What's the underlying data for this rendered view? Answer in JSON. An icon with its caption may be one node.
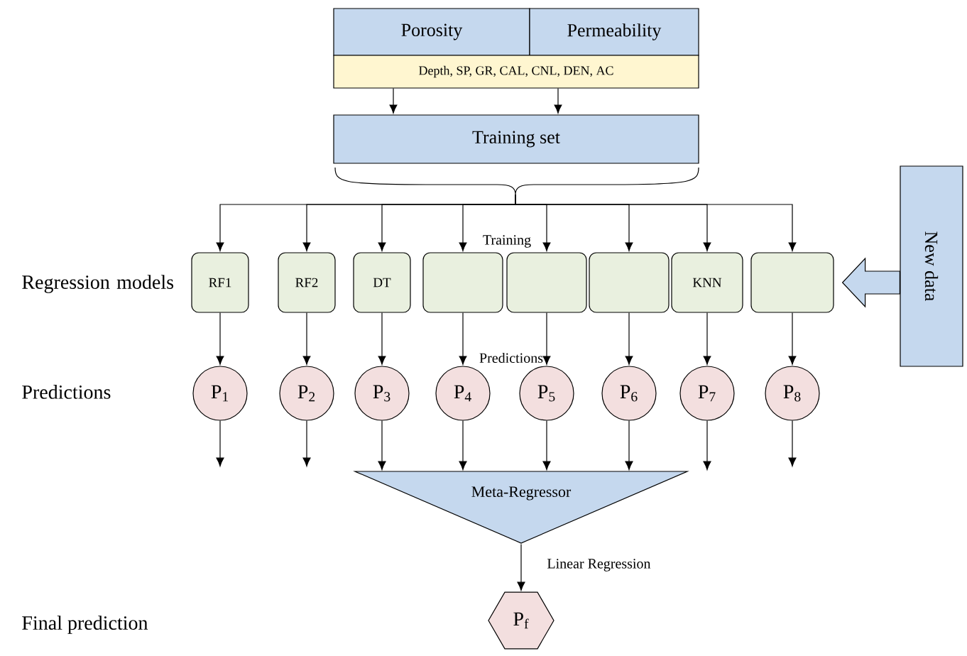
{
  "diagram": {
    "nodes": [
      {
        "text": [
          "Porosity"
        ]
      },
      {
        "text": [
          "Permeability"
        ]
      },
      {
        "text": [
          "Depth, SP, GR, CAL, CNL, DEN, AC"
        ]
      },
      {
        "text": [
          "Training set"
        ]
      },
      {
        "text": [
          "New data"
        ]
      },
      {
        "text": [
          "RF1"
        ]
      },
      {
        "text": [
          "RF2"
        ]
      },
      {
        "text": [
          "DT"
        ]
      },
      {
        "text": [],
        "shape": "box"
      },
      {
        "text": [],
        "shape": "box"
      },
      {
        "text": [],
        "shape": "box"
      },
      {
        "text": [
          "KNN"
        ]
      },
      {
        "text": [],
        "shape": "box"
      },
      {
        "text": [
          "P$_{1}$"
        ]
      },
      {
        "text": [
          "P$_{2}$"
        ]
      },
      {
        "text": [
          "P$_{3}$"
        ]
      },
      {
        "text": [
          "P$_{4}$"
        ]
      },
      {
        "text": [
          "P$_{5}$"
        ]
      },
      {
        "text": [
          "P$_{6}$"
        ]
      },
      {
        "text": [
          "P$_{7}$"
        ]
      },
      {
        "text": [
          "P$_{8}$"
        ]
      },
      {
        "text": [
          "Meta-Regressor"
        ]
      },
      {
        "text": [
          "P$_{f}$"
        ]
      }
    ],
    "edges": [
      {
        "from": 2,
        "to": 3,
        "arrow": "to"
      },
      {
        "from": 2,
        "to": 3,
        "arrow": "to"
      },
      {
        "from": 3,
        "to": 5,
        "arrow": "to"
      },
      {
        "from": 3,
        "to": 6,
        "arrow": "to"
      },
      {
        "from": 3,
        "to": 7,
        "arrow": "to"
      },
      {
        "from": 3,
        "to": 8,
        "arrow": "to"
      },
      {
        "from": 3,
        "to": 9,
        "arrow": "to"
      },
      {
        "from": 3,
        "to": 10,
        "arrow": "to"
      },
      {
        "from": 3,
        "to": 11,
        "arrow": "to"
      },
      {
        "from": 3,
        "to": 12,
        "arrow": "to"
      },
      {
        "from": 4,
        "to": 12,
        "arrow": "to",
        "style": "thick"
      },
      {
        "from": 5,
        "to": 13,
        "arrow": "to"
      },
      {
        "from": 6,
        "to": 14,
        "arrow": "to"
      },
      {
        "from": 7,
        "to": 15,
        "arrow": "to"
      },
      {
        "from": 8,
        "to": 16,
        "arrow": "to"
      },
      {
        "from": 9,
        "to": 17,
        "arrow": "to"
      },
      {
        "from": 10,
        "to": 18,
        "arrow": "to"
      },
      {
        "from": 11,
        "to": 19,
        "arrow": "to"
      },
      {
        "from": 12,
        "to": 20,
        "arrow": "to"
      },
      {
        "from": 13,
        "to": null,
        "arrow": "to"
      },
      {
        "from": 14,
        "to": null,
        "arrow": "to"
      },
      {
        "from": 15,
        "to": 21,
        "arrow": "to"
      },
      {
        "from": 16,
        "to": 21,
        "arrow": "to"
      },
      {
        "from": 17,
        "to": 21,
        "arrow": "to"
      },
      {
        "from": 18,
        "to": 21,
        "arrow": "to"
      },
      {
        "from": 19,
        "to": 21,
        "arrow": "to"
      },
      {
        "from": 20,
        "to": null,
        "arrow": "to"
      },
      {
        "from": 21,
        "to": 22,
        "arrow": "to",
        "label": "Linear Regression"
      }
    ],
    "labels": [
      "Training",
      "Regression models",
      "Predictions",
      "Predictions",
      "Final prediction"
    ]
  }
}
